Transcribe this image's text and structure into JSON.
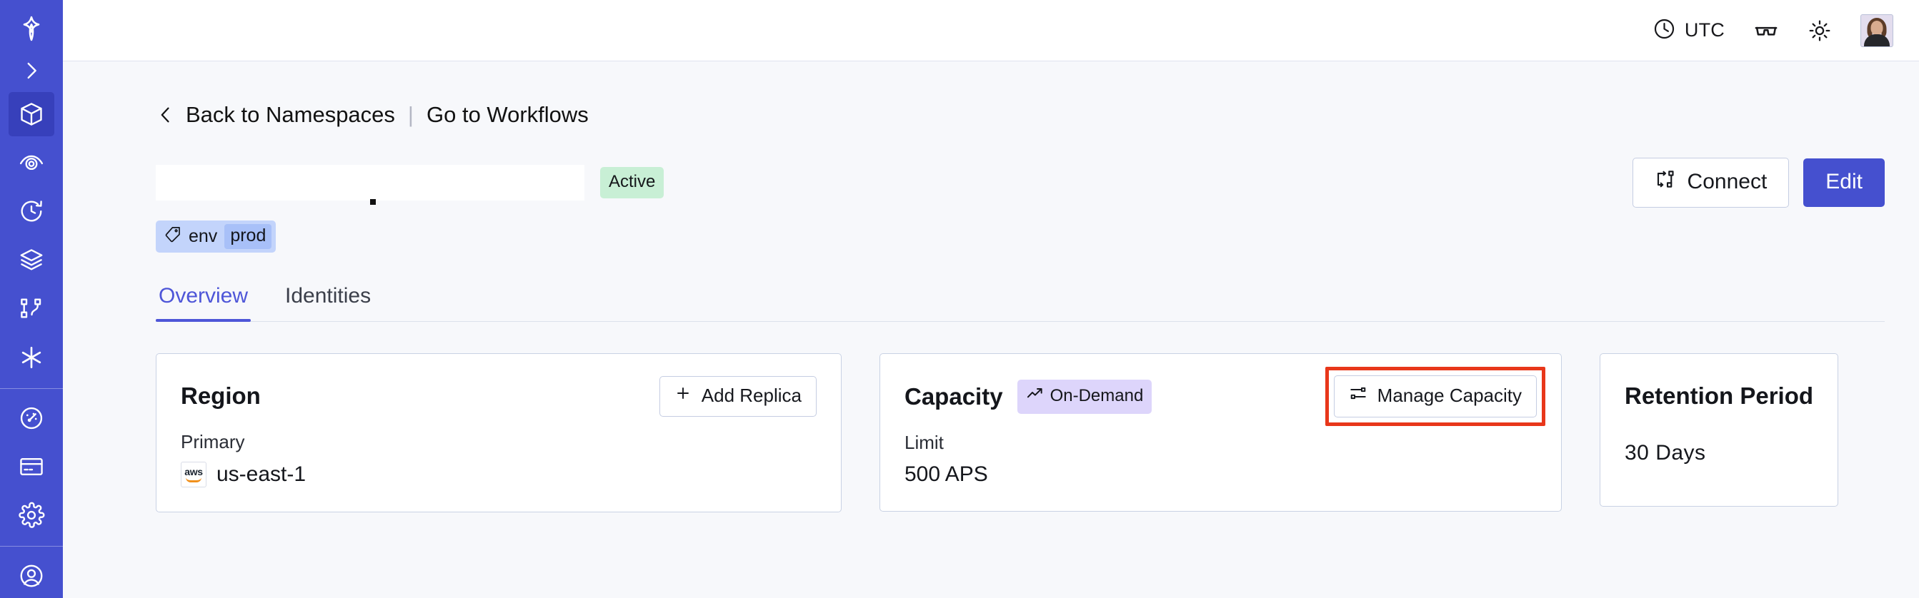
{
  "theme": {
    "sidebar_bg": "#4550cf",
    "sidebar_active_bg": "#3740bb",
    "page_bg": "#f7f8fb",
    "accent": "#4550cf",
    "tab_active": "#4e56d8",
    "status_active_bg": "#c8efd5",
    "badge_ondemand_bg": "#ddd5fb",
    "tag_bg": "#c3d4fb",
    "tag_value_bg": "#a8c0f8",
    "highlight_box": "#e8371a",
    "card_border": "#c9d2e4"
  },
  "sidebar": {
    "items": [
      {
        "name": "temporal-logo",
        "icon": "temporal-logo-icon",
        "active": false
      },
      {
        "name": "expand-sidebar",
        "icon": "chevron-right-icon",
        "active": false
      },
      {
        "name": "namespaces",
        "icon": "cube-icon",
        "active": true
      },
      {
        "name": "observability",
        "icon": "eye-spiral-icon",
        "active": false
      },
      {
        "name": "schedules",
        "icon": "clock-rewind-icon",
        "active": false
      },
      {
        "name": "stack",
        "icon": "layers-icon",
        "active": false
      },
      {
        "name": "workflows",
        "icon": "git-branch-icon",
        "active": false
      },
      {
        "name": "nexus",
        "icon": "asterisk-icon",
        "active": false
      },
      {
        "name": "usage",
        "icon": "gauge-icon",
        "active": false
      },
      {
        "name": "billing",
        "icon": "credit-card-icon",
        "active": false
      },
      {
        "name": "settings",
        "icon": "gear-icon",
        "active": false
      },
      {
        "name": "account",
        "icon": "user-circle-icon",
        "active": false
      }
    ]
  },
  "topbar": {
    "timezone_label": "UTC",
    "timezone_icon": "clock-icon",
    "glasses_icon": "glasses-icon",
    "theme_icon": "sun-icon",
    "avatar_icon": "user-avatar"
  },
  "breadcrumb": {
    "back_icon": "chevron-left-icon",
    "back_label": "Back to Namespaces",
    "separator": "|",
    "forward_label": "Go to Workflows"
  },
  "namespace": {
    "name": "",
    "status": "Active",
    "tags": [
      {
        "icon": "tag-icon",
        "key": "env",
        "value": "prod"
      }
    ]
  },
  "actions": {
    "connect_label": "Connect",
    "connect_icon": "connect-flow-icon",
    "edit_label": "Edit"
  },
  "tabs": [
    {
      "label": "Overview",
      "active": true
    },
    {
      "label": "Identities",
      "active": false
    }
  ],
  "cards": {
    "region": {
      "title": "Region",
      "action_label": "Add Replica",
      "action_icon": "plus-icon",
      "sub_label": "Primary",
      "provider_icon": "aws-logo",
      "value": "us-east-1"
    },
    "capacity": {
      "title": "Capacity",
      "badge_label": "On-Demand",
      "badge_icon": "trending-up-icon",
      "action_label": "Manage Capacity",
      "action_icon": "sliders-icon",
      "action_highlighted": true,
      "sub_label": "Limit",
      "value": "500 APS"
    },
    "retention": {
      "title": "Retention Period",
      "value": "30  Days"
    }
  }
}
